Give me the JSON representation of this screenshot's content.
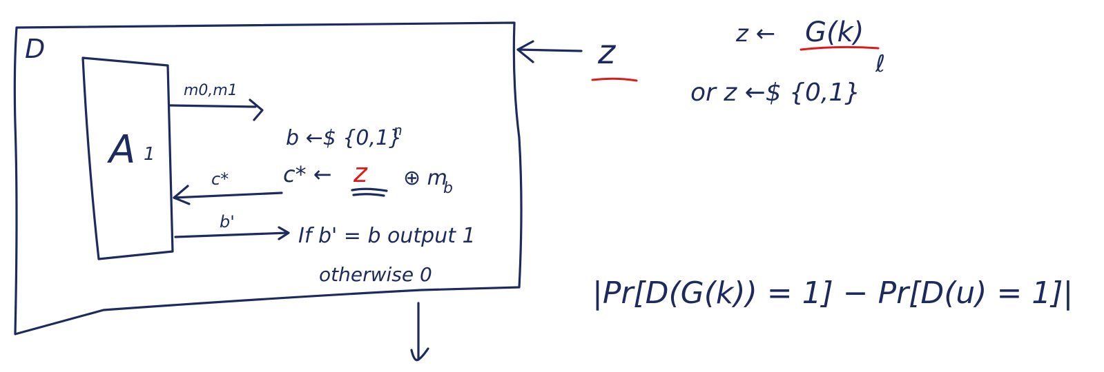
{
  "colors": {
    "ink": "#1c2a5e",
    "highlight": "#e01818",
    "background": "#ffffff"
  },
  "distinguisher": {
    "label": "D",
    "adversary_label": "A",
    "adversary_sub": "1",
    "to_adversary_msgs_label": "m0,m1",
    "challenge_label": "c*",
    "guess_label": "b'",
    "step_sample_b": "b ←$ {0,1}",
    "step_sample_b_sup": "n",
    "step_cipher_prefix": "c* ← ",
    "step_cipher_z": "z",
    "step_cipher_suffix": "⊕ m",
    "step_cipher_sub": "b",
    "step_output_line1": "If b' = b output 1",
    "step_output_line2": "otherwise 0"
  },
  "input_label": "z",
  "z_options": {
    "line1_prefix": "z ← ",
    "line1_g": "G(k)",
    "line2": "or z ←$ {0,1}",
    "line2_sup": "ℓ"
  },
  "advantage_formula": "|Pr[D(G(k)) = 1] − Pr[D(u) = 1]|"
}
